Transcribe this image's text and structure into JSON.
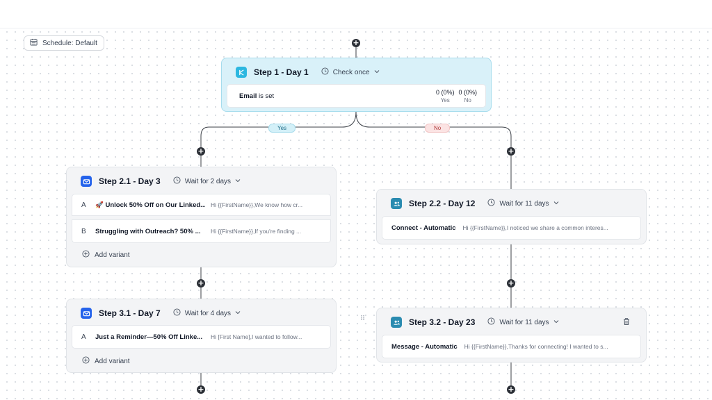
{
  "schedule": {
    "label": "Schedule: Default",
    "icon": "calendar-icon"
  },
  "branches": {
    "yes": "Yes",
    "no": "No"
  },
  "step1": {
    "title": "Step 1 - Day 1",
    "check": "Check once",
    "condition_bold": "Email",
    "condition_rest": " is set",
    "yes_value": "0 (0%)",
    "no_value": "0 (0%)",
    "yes_label": "Yes",
    "no_label": "No"
  },
  "step2_1": {
    "title": "Step 2.1 - Day 3",
    "wait": "Wait for 2 days",
    "variants": [
      {
        "letter": "A",
        "subject": "🚀 Unlock 50% Off on Our Linked...",
        "preview": "Hi {{FirstName}},We know how cr..."
      },
      {
        "letter": "B",
        "subject": "Struggling with Outreach? 50% ...",
        "preview": "Hi {{FirstName}},If you're finding ..."
      }
    ],
    "add_variant": "Add variant"
  },
  "step2_2": {
    "title": "Step 2.2 - Day 12",
    "wait": "Wait for 11 days",
    "action": "Connect - Automatic",
    "preview": "Hi {{FirstName}},I noticed we share a common interes..."
  },
  "step3_1": {
    "title": "Step 3.1 - Day 7",
    "wait": "Wait for 4 days",
    "variants": [
      {
        "letter": "A",
        "subject": "Just a Reminder—50% Off Linke...",
        "preview": "Hi [First Name],I wanted to follow..."
      }
    ],
    "add_variant": "Add variant"
  },
  "step3_2": {
    "title": "Step 3.2 - Day 23",
    "wait": "Wait for 11 days",
    "action": "Message - Automatic",
    "preview": "Hi {{FirstName}},Thanks for connecting! I wanted to s..."
  },
  "colors": {
    "email_blue": "#2563eb",
    "linkedin_teal": "#2a8bb0",
    "condition_cyan": "#2cb7e0",
    "highlight_bg": "#d9f1f9"
  }
}
